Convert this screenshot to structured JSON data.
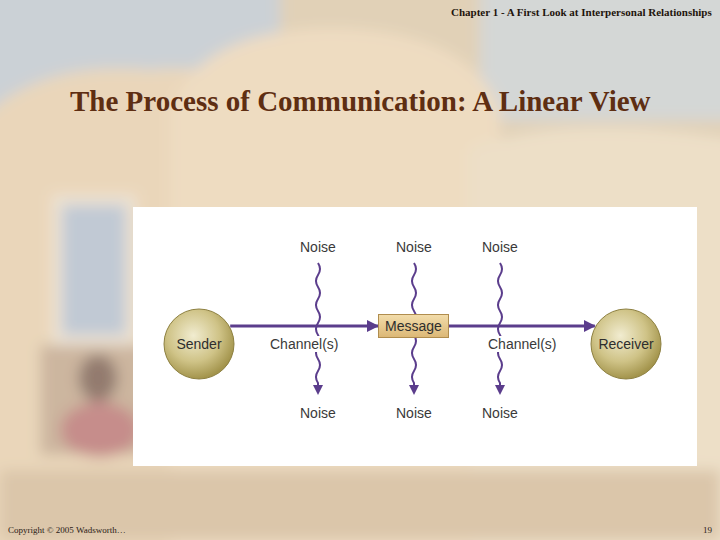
{
  "diagram": {
    "title": "The Process of Communication: A Linear View",
    "nodes": [
      {
        "text": [
          "Sender"
        ]
      },
      {
        "text": [
          "Message"
        ]
      },
      {
        "text": [
          "Receiver"
        ]
      }
    ],
    "edges": [
      {
        "from": 0,
        "to": 1,
        "arrow": "to",
        "label": "Channel(s)"
      },
      {
        "from": 1,
        "to": 2,
        "arrow": "to",
        "label": "Channel(s)"
      }
    ],
    "labels": [
      "Chapter 1 - A First Look at Interpersonal Relationships",
      "Noise",
      "Noise",
      "Noise",
      "Noise",
      "Noise",
      "Noise",
      "Copyright © 2005 Wadsworth…",
      "19"
    ]
  }
}
